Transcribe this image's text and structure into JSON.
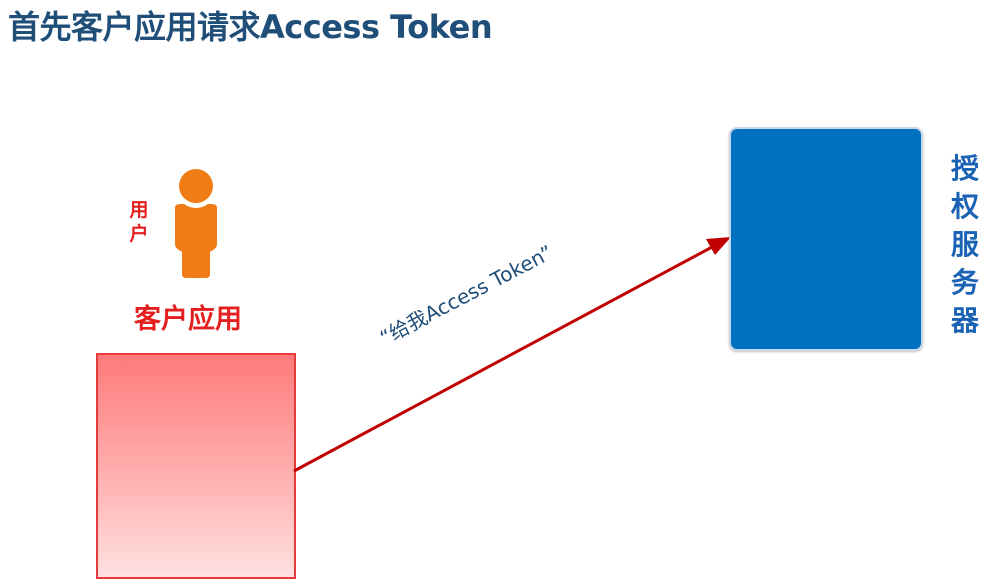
{
  "slide": {
    "title": "首先客户应用请求Access Token"
  },
  "user": {
    "label_line1": "用",
    "label_line2": "户",
    "icon": "person-icon",
    "color": "#f07c18"
  },
  "client_app": {
    "label": "客户应用",
    "label_color": "#e41f1f"
  },
  "auth_server": {
    "label_chars": [
      "授",
      "权",
      "服",
      "务",
      "器"
    ],
    "color": "#0070c0"
  },
  "request": {
    "label": "“给我Access Token”",
    "arrow_color": "#c00000"
  }
}
